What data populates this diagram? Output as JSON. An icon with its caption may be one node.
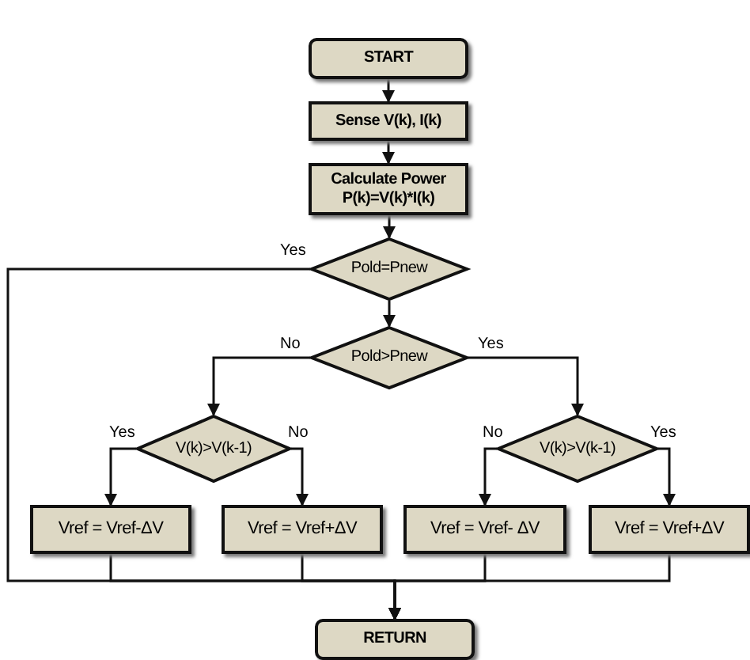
{
  "diagram": {
    "nodes": [
      {
        "text": [
          "START"
        ]
      },
      {
        "text": [
          "Sense V(k), I(k)"
        ]
      },
      {
        "text": [
          "Calculate Power",
          "P(k)=V(k)*I(k)"
        ]
      },
      {
        "text": [
          "Pold=Pnew"
        ]
      },
      {
        "text": [
          "Pold>Pnew"
        ]
      },
      {
        "text": [
          "V(k)>V(k-1)"
        ]
      },
      {
        "text": [
          "V(k)>V(k-1)"
        ]
      },
      {
        "text": [
          "Vref = Vref-ΔV"
        ]
      },
      {
        "text": [
          "Vref = Vref+ΔV"
        ]
      },
      {
        "text": [
          "Vref = Vref- ΔV"
        ]
      },
      {
        "text": [
          "Vref = Vref+ΔV"
        ]
      },
      {
        "text": [
          "RETURN"
        ]
      }
    ],
    "edges": [
      {
        "from": 0,
        "to": 1,
        "arrow": "to"
      },
      {
        "from": 1,
        "to": 2,
        "arrow": "to"
      },
      {
        "from": 2,
        "to": 3,
        "arrow": "to"
      },
      {
        "from": 3,
        "to": 11,
        "arrow": "to",
        "label": "Yes"
      },
      {
        "from": 3,
        "to": 4,
        "arrow": "to"
      },
      {
        "from": 4,
        "to": 5,
        "arrow": "to",
        "label": "No"
      },
      {
        "from": 4,
        "to": 6,
        "arrow": "to",
        "label": "Yes"
      },
      {
        "from": 5,
        "to": 7,
        "arrow": "to",
        "label": "Yes"
      },
      {
        "from": 5,
        "to": 8,
        "arrow": "to",
        "label": "No"
      },
      {
        "from": 6,
        "to": 9,
        "arrow": "to",
        "label": "No"
      },
      {
        "from": 6,
        "to": 10,
        "arrow": "to",
        "label": "Yes"
      },
      {
        "from": 7,
        "to": 11,
        "arrow": "to"
      },
      {
        "from": 8,
        "to": 11,
        "arrow": "to"
      },
      {
        "from": 9,
        "to": 11,
        "arrow": "to"
      },
      {
        "from": 10,
        "to": 11,
        "arrow": "to"
      }
    ]
  }
}
